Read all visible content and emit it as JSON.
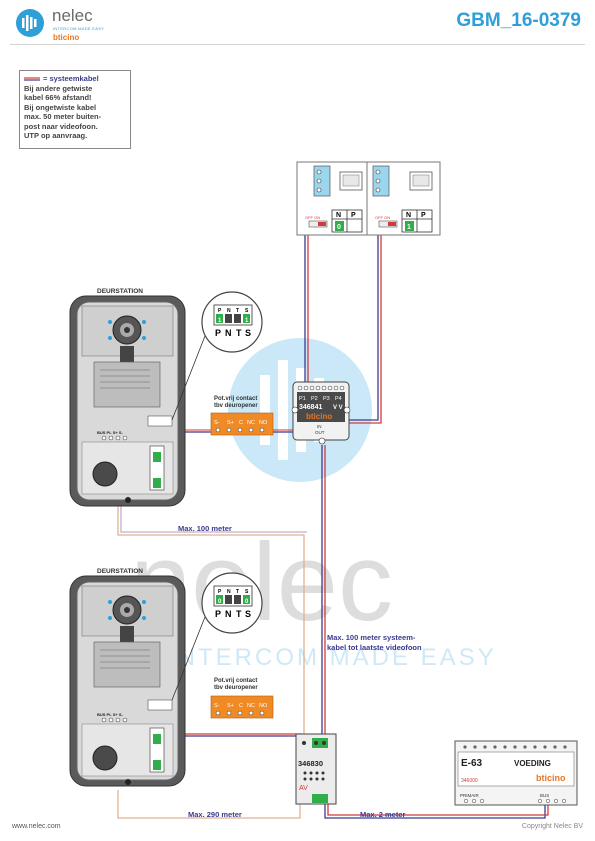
{
  "header": {
    "brand_name": "nelec",
    "brand_tagline": "INTERCOM MADE EASY",
    "brand_sub": "bticino",
    "doc_id": "GBM_16-0379"
  },
  "legend": {
    "title": "= systeemkabel",
    "lines": [
      "Bij andere getwiste",
      "kabel 66% afstand!",
      "Bij ongetwiste kabel",
      "max. 50 meter buiten-",
      "post naar videofoon.",
      "UTP op aanvraag."
    ]
  },
  "door_stations": [
    {
      "label": "DEURSTATION",
      "terminal_label": "BUS PL S+ S-",
      "zoom_switch": [
        "P",
        "N",
        "T",
        "S"
      ],
      "zoom_values": [
        "1",
        "",
        "",
        "1"
      ],
      "zoom_caption": [
        "P",
        "N",
        "T",
        "S"
      ],
      "relay_title": [
        "Pot.vrij contact",
        "tbv deuropener"
      ],
      "relay_terminals": [
        "S-",
        "S+",
        "C",
        "NC",
        "NO"
      ]
    },
    {
      "label": "DEURSTATION",
      "terminal_label": "BUS PL S+ S-",
      "zoom_switch": [
        "P",
        "N",
        "T",
        "S"
      ],
      "zoom_values": [
        "0",
        "",
        "",
        "0"
      ],
      "zoom_caption": [
        "P",
        "N",
        "T",
        "S"
      ],
      "relay_title": [
        "Pot.vrij contact",
        "tbv deuropener"
      ],
      "relay_terminals": [
        "S-",
        "S+",
        "C",
        "NC",
        "NO"
      ]
    }
  ],
  "monitors": [
    {
      "switch_label": "OFF ON",
      "np": [
        "N",
        "P"
      ],
      "value": "0"
    },
    {
      "switch_label": "OFF ON",
      "np": [
        "N",
        "P"
      ],
      "value": "1"
    }
  ],
  "distributor": {
    "ports": [
      "P1",
      "P2",
      "P3",
      "P4"
    ],
    "code": "346841",
    "vv": "V V",
    "brand": "bticino",
    "in_label": "IN",
    "out_label": "OUT"
  },
  "interface": {
    "code": "346830",
    "av": "AV"
  },
  "power": {
    "name": "E-63",
    "title": "VOEDING",
    "brand": "bticino",
    "code": "346000",
    "primair": "PRIMAIR",
    "bus": "BUS"
  },
  "cable_labels": {
    "top": "Max. 100 meter",
    "mid": [
      "Max. 100 meter systeem-",
      "kabel tot laatste videofoon"
    ],
    "bottom_left": "Max. 290 meter",
    "bottom_right": "Max. 2 meter"
  },
  "watermark": {
    "text": "nelec",
    "tagline": "INTERCOM MADE EASY"
  },
  "footer": {
    "left": "www.nelec.com",
    "right": "Copyright Nelec BV"
  },
  "colors": {
    "accent_blue": "#2f9fd8",
    "cable_dark": "#3b3b8f",
    "cable_red": "#d23a3a",
    "relay_orange": "#f08a24",
    "switch_green": "#2fae4a"
  }
}
